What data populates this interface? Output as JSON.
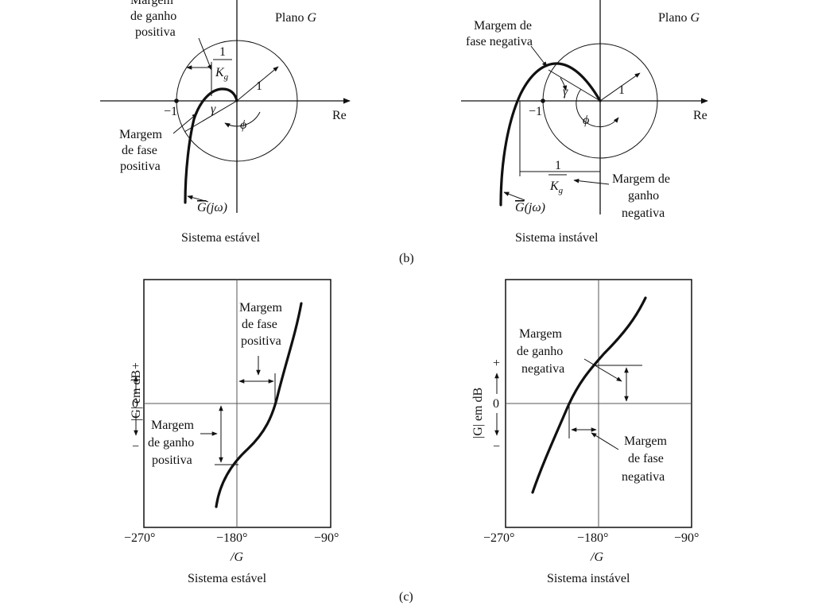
{
  "panel_b": {
    "caption": "(b)",
    "stable": {
      "plane_label": "Plano",
      "plane_var": "G",
      "re_label": "Re",
      "minus_one": "−1",
      "unit_radius": "1",
      "gamma": "γ",
      "phi": "ϕ",
      "gain_margin": [
        "Margem",
        "de ganho",
        "positiva"
      ],
      "phase_margin": [
        "Margem",
        "de fase",
        "positiva"
      ],
      "kg_num": "1",
      "kg_den": "K",
      "kg_sub": "g",
      "gjw_g": "G",
      "gjw_rest": "(jω)",
      "caption": "Sistema estável"
    },
    "unstable": {
      "plane_label": "Plano",
      "plane_var": "G",
      "re_label": "Re",
      "minus_one": "−1",
      "unit_radius": "1",
      "gamma": "γ",
      "phi": "ϕ",
      "phase_margin": [
        "Margem de",
        "fase negativa"
      ],
      "gain_margin": [
        "Margem de",
        "ganho",
        "negativa"
      ],
      "kg_num": "1",
      "kg_den": "K",
      "kg_sub": "g",
      "gjw_g": "G",
      "gjw_rest": "(jω)",
      "caption": "Sistema instável"
    }
  },
  "panel_c": {
    "caption": "(c)",
    "stable": {
      "ylabel": "|G| em dB",
      "plus": "+",
      "zero": "0",
      "minus": "−",
      "x_ticks": [
        "−270°",
        "−180°",
        "−90°"
      ],
      "xlabel": "/G",
      "phase_margin": [
        "Margem",
        "de fase",
        "positiva"
      ],
      "gain_margin": [
        "Margem",
        "de ganho",
        "positiva"
      ],
      "caption": "Sistema estável"
    },
    "unstable": {
      "ylabel": "|G| em dB",
      "plus": "+",
      "zero": "0",
      "minus": "−",
      "x_ticks": [
        "−270°",
        "−180°",
        "−90°"
      ],
      "xlabel": "/G",
      "gain_margin": [
        "Margem",
        "de ganho",
        "negativa"
      ],
      "phase_margin": [
        "Margem",
        "de fase",
        "negativa"
      ],
      "caption": "Sistema instável"
    }
  }
}
